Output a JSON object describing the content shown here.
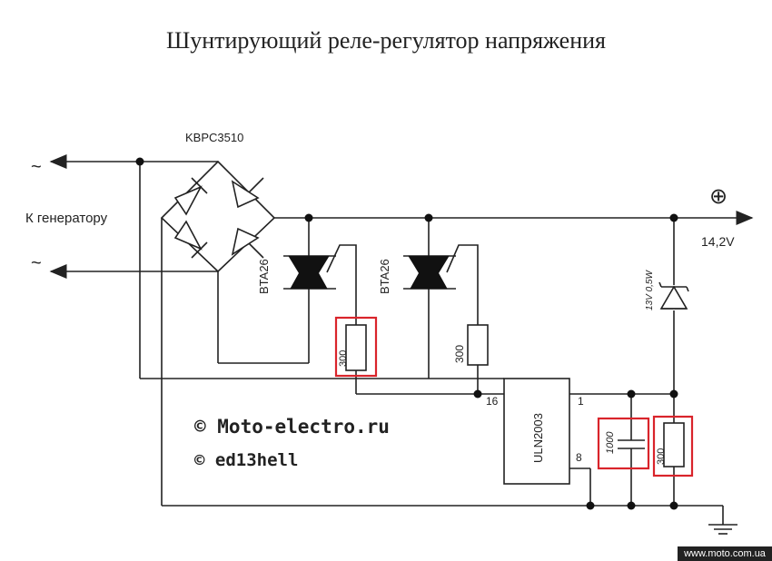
{
  "title": "Шунтирующий реле-регулятор напряжения",
  "labels": {
    "bridge": "KBPC3510",
    "generator": "К генератору",
    "ac_symbol_1": "~",
    "ac_symbol_2": "~",
    "plus": "⊕",
    "voltage": "14,2V",
    "triac_1": "BTA26",
    "triac_2": "BTA26",
    "resistor_1": "300",
    "resistor_2": "300",
    "resistor_3": "300",
    "zener": "13V 0,5W",
    "ic": "ULN2003",
    "pin_16": "16",
    "pin_1": "1",
    "pin_8": "8",
    "capacitor": "1000"
  },
  "copyright": {
    "line1": "© Moto-electro.ru",
    "line2": "© ed13hell"
  },
  "watermark": "www.moto.com.ua",
  "colors": {
    "highlight": "#d9242b",
    "ink": "#222222"
  }
}
